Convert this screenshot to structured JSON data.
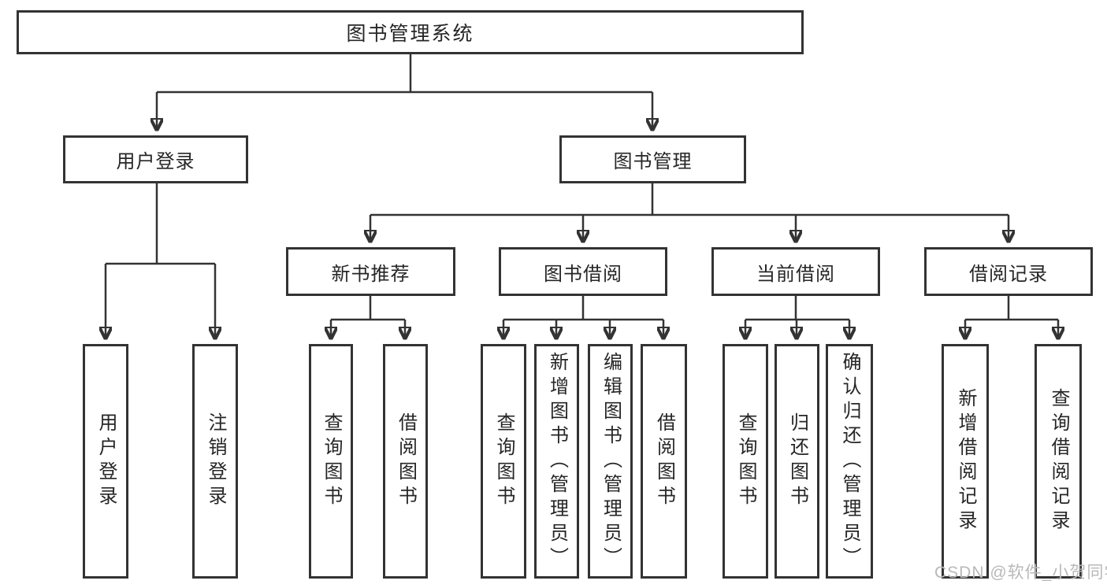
{
  "colors": {
    "line": "#333333",
    "border": "#333333",
    "text": "#262626",
    "background": "#ffffff",
    "watermark": "#b9b9b9"
  },
  "watermark": {
    "text": "CSDN @软件_小贺同学"
  },
  "tree": {
    "root": {
      "label": "图书管理系统",
      "children": [
        {
          "label": "用户登录",
          "children": [
            {
              "label": "用户登录"
            },
            {
              "label": "注销登录"
            }
          ]
        },
        {
          "label": "图书管理",
          "children": [
            {
              "label": "新书推荐",
              "children": [
                {
                  "label": "查询图书"
                },
                {
                  "label": "借阅图书"
                }
              ]
            },
            {
              "label": "图书借阅",
              "children": [
                {
                  "label": "查询图书"
                },
                {
                  "label": "新增图书（管理员）"
                },
                {
                  "label": "编辑图书（管理员）"
                },
                {
                  "label": "借阅图书"
                }
              ]
            },
            {
              "label": "当前借阅",
              "children": [
                {
                  "label": "查询图书"
                },
                {
                  "label": "归还图书"
                },
                {
                  "label": "确认归还（管理员）"
                }
              ]
            },
            {
              "label": "借阅记录",
              "children": [
                {
                  "label": "新增借阅记录"
                },
                {
                  "label": "查询借阅记录"
                }
              ]
            }
          ]
        }
      ]
    }
  }
}
